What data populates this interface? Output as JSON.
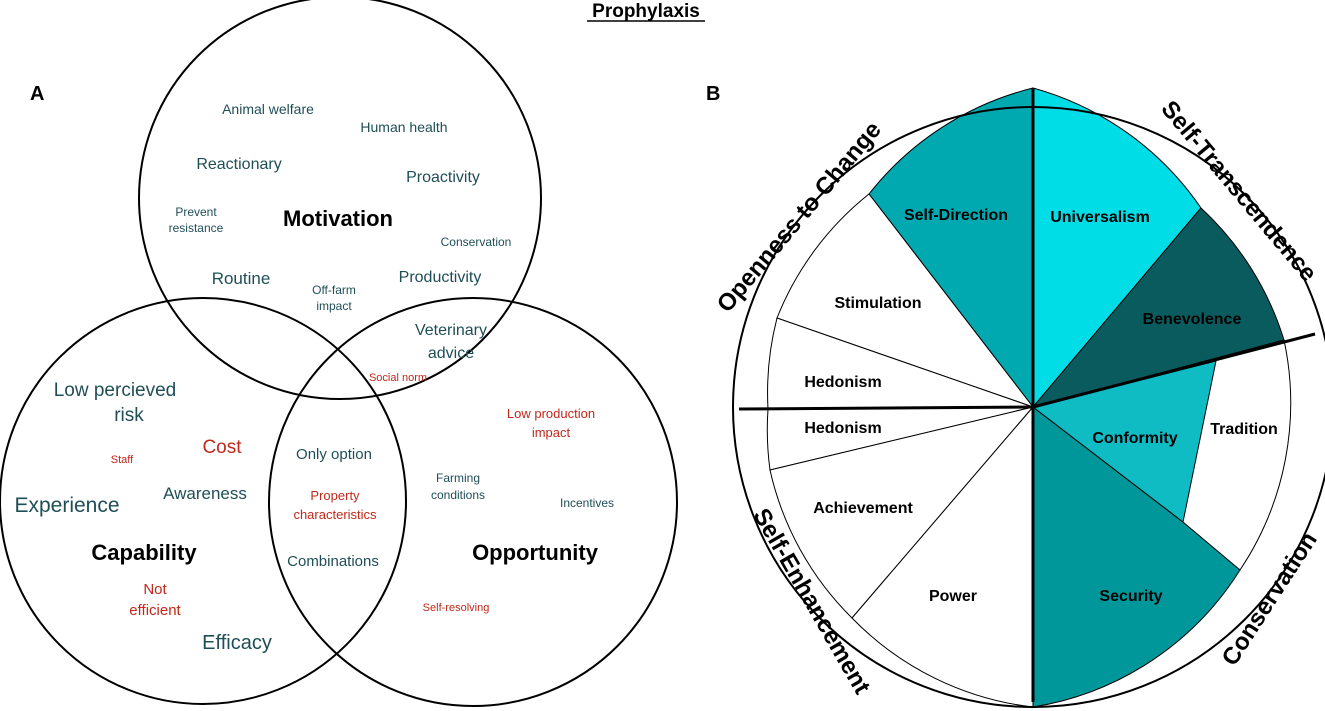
{
  "title": "Prophylaxis",
  "panel_a": {
    "label": "A",
    "circles": {
      "motivation": "Motivation",
      "capability": "Capability",
      "opportunity": "Opportunity"
    },
    "motivation_items": [
      "Animal welfare",
      "Human health",
      "Reactionary",
      "Proactivity",
      "Prevent",
      "resistance",
      "Conservation",
      "Routine",
      "Off-farm",
      "impact",
      "Productivity"
    ],
    "overlap_mot_opp": [
      "Veterinary",
      "advice",
      "Social norm"
    ],
    "capability_items": [
      "Low percieved",
      "risk",
      "Cost",
      "Staff",
      "Awareness",
      "Experience",
      "Not",
      "efficient",
      "Efficacy"
    ],
    "center_items": [
      "Only option",
      "Property",
      "characteristics",
      "Combinations"
    ],
    "opportunity_items": [
      "Low production",
      "impact",
      "Farming",
      "conditions",
      "Incentives",
      "Self-resolving"
    ],
    "colors": {
      "teal_text": "#1f4e57",
      "red_text": "#c0291b"
    }
  },
  "panel_b": {
    "label": "B",
    "higher_order": {
      "openness": "Openness to Change",
      "self_transcendence": "Self-Transcendence",
      "self_enhancement": "Self-Enhancement",
      "conservation": "Conservation"
    },
    "values": {
      "self_direction": "Self-Direction",
      "universalism": "Universalism",
      "benevolence": "Benevolence",
      "stimulation": "Stimulation",
      "hedonism_upper": "Hedonism",
      "hedonism_lower": "Hedonism",
      "tradition": "Tradition",
      "conformity": "Conformity",
      "achievement": "Achievement",
      "power": "Power",
      "security": "Security"
    },
    "colors": {
      "self_direction": "#00a9b0",
      "universalism": "#00dde6",
      "benevolence": "#0a5b5d",
      "conformity": "#0fbcc4",
      "security": "#00979b",
      "white": "#ffffff"
    }
  }
}
